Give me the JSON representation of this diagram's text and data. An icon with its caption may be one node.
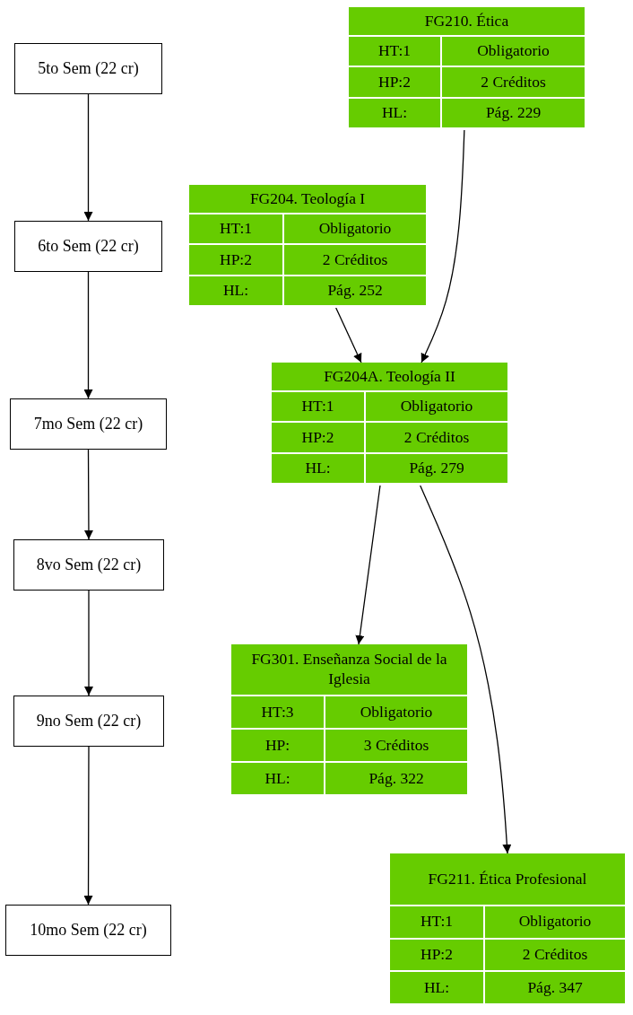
{
  "diagram": {
    "nodes": [
      {
        "text": [
          "5to Sem (22 cr)"
        ]
      },
      {
        "text": [
          "6to Sem (22 cr)"
        ]
      },
      {
        "text": [
          "7mo Sem (22 cr)"
        ]
      },
      {
        "text": [
          "8vo Sem (22 cr)"
        ]
      },
      {
        "text": [
          "9no Sem (22 cr)"
        ]
      },
      {
        "text": [
          "10mo Sem (22 cr)"
        ]
      },
      {
        "text": [
          "FG210. Ética",
          "HT:1",
          "Obligatorio",
          "HP:2",
          "2 Créditos",
          "HL:",
          "Pág. 229"
        ]
      },
      {
        "text": [
          "FG204. Teología I",
          "HT:1",
          "Obligatorio",
          "HP:2",
          "2 Créditos",
          "HL:",
          "Pág. 252"
        ]
      },
      {
        "text": [
          "FG204A. Teología II",
          "HT:1",
          "Obligatorio",
          "HP:2",
          "2 Créditos",
          "HL:",
          "Pág. 279"
        ]
      },
      {
        "text": [
          "FG301. Enseñanza Social de la Iglesia",
          "HT:3",
          "Obligatorio",
          "HP:",
          "3 Créditos",
          "HL:",
          "Pág. 322"
        ]
      },
      {
        "text": [
          "FG211. Ética Profesional",
          "HT:1",
          "Obligatorio",
          "HP:2",
          "2 Créditos",
          "HL:",
          "Pág. 347"
        ]
      }
    ],
    "edges": [
      {
        "from": 0,
        "to": 1,
        "arrow": "to"
      },
      {
        "from": 1,
        "to": 2,
        "arrow": "to"
      },
      {
        "from": 2,
        "to": 3,
        "arrow": "to"
      },
      {
        "from": 3,
        "to": 4,
        "arrow": "to"
      },
      {
        "from": 4,
        "to": 5,
        "arrow": "to"
      },
      {
        "from": 6,
        "to": 8,
        "arrow": "to"
      },
      {
        "from": 7,
        "to": 8,
        "arrow": "to"
      },
      {
        "from": 8,
        "to": 9,
        "arrow": "to"
      },
      {
        "from": 8,
        "to": 10,
        "arrow": "to"
      }
    ]
  }
}
